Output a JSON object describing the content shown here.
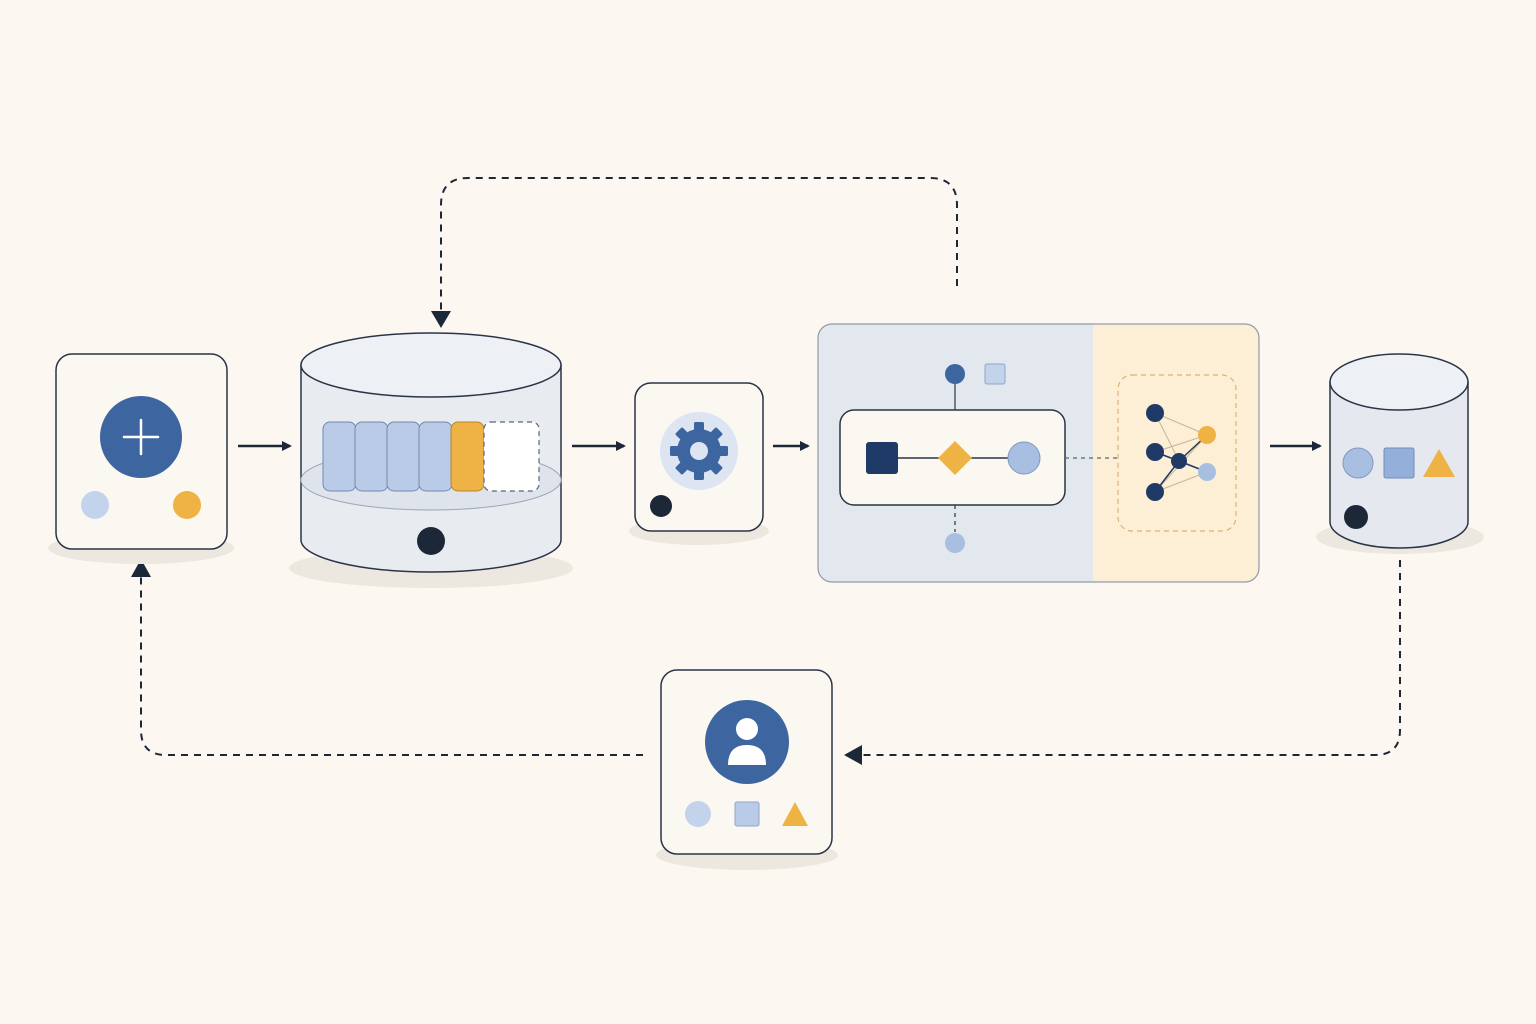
{
  "colors": {
    "background": "#fcf8f1",
    "card_fill": "#fbf8f1",
    "outline": "#2a3447",
    "navy": "#1f3a66",
    "blue": "#3d65a0",
    "light_blue": "#a8bfe2",
    "pale_blue": "#c3d3ec",
    "amber": "#efb345",
    "dark": "#1c2738",
    "panel_blue": "#e3e7ee",
    "panel_amber": "#fcefd6",
    "shadow": "#ece8df"
  },
  "icons": {
    "input_node": "plus-icon",
    "process_node": "gear-icon",
    "user_node": "user-icon",
    "network": "network-icon"
  },
  "diagram": {
    "nodes": [
      "input-card",
      "queue-database",
      "processor-card",
      "pipeline-panel",
      "output-database",
      "user-card"
    ],
    "edges": [
      [
        "input-card",
        "queue-database",
        "solid"
      ],
      [
        "queue-database",
        "processor-card",
        "solid"
      ],
      [
        "processor-card",
        "pipeline-panel",
        "solid"
      ],
      [
        "pipeline-panel",
        "output-database",
        "solid"
      ],
      [
        "pipeline-panel",
        "queue-database",
        "dashed"
      ],
      [
        "output-database",
        "user-card",
        "dashed"
      ],
      [
        "user-card",
        "input-card",
        "dashed"
      ]
    ],
    "queue_slots": [
      "filled",
      "filled",
      "filled",
      "filled",
      "highlighted",
      "empty"
    ]
  }
}
